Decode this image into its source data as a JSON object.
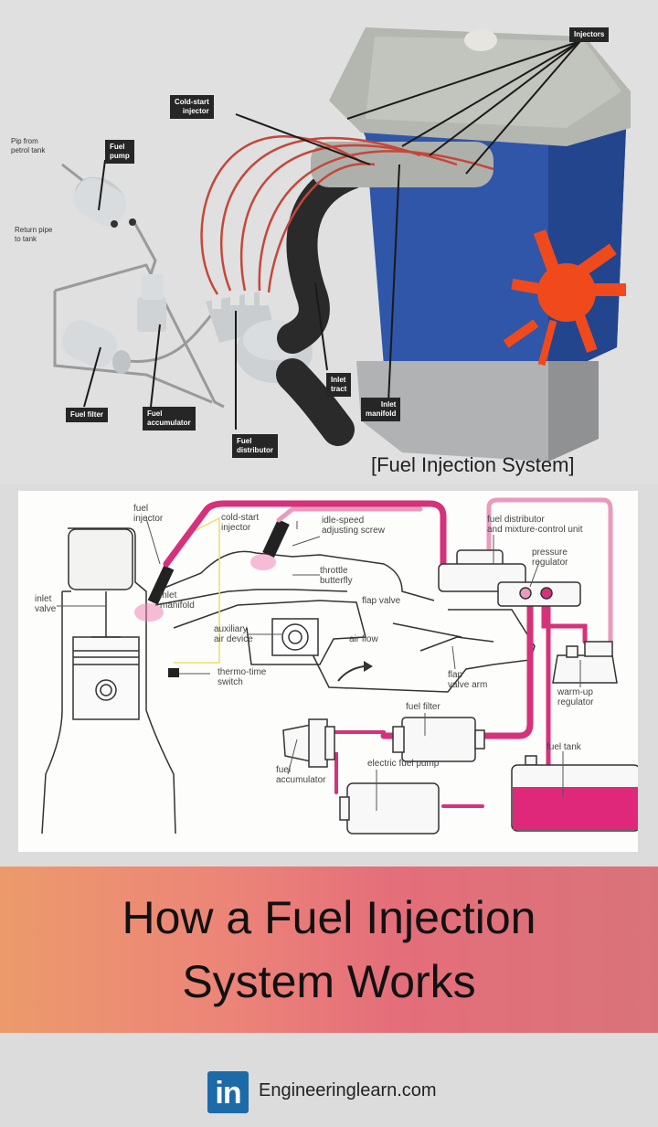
{
  "illustration": {
    "caption": "[Fuel Injection System]",
    "labels": {
      "pipe_from_tank": "Pip from\npetrol tank",
      "return_pipe": "Return pipe\nto tank",
      "fuel_pump": "Fuel\npump",
      "cold_start_injector": "Cold-start\ninjector",
      "injectors": "Injectors",
      "fuel_filter": "Fuel filter",
      "fuel_accumulator": "Fuel\naccumulator",
      "fuel_distributor": "Fuel\ndistributor",
      "inlet_tract": "Inlet\ntract",
      "inlet_manifold": "Inlet\nmanifold"
    },
    "colors": {
      "engine_block": "#2f56a8",
      "fan": "#f04a1c",
      "label_bg": "#262626"
    }
  },
  "schematic": {
    "labels": {
      "fuel_injector": "fuel\ninjector",
      "cold_start_injector": "cold-start\ninjector",
      "idle_speed_screw": "idle-speed\nadjusting screw",
      "throttle_butterfly": "throttle\nbutterfly",
      "inlet_valve": "inlet\nvalve",
      "inlet_manifold": "inlet\nmanifold",
      "auxiliary_air_device": "auxiliary\nair device",
      "flap_valve": "flap valve",
      "air_flow": "air flow",
      "flap_valve_arm": "flap\nvalve arm",
      "thermo_time_switch": "thermo-time\nswitch",
      "fuel_distributor_unit": "fuel distributor\nand mixture-control unit",
      "pressure_regulator": "pressure\nregulator",
      "warm_up_regulator": "warm-up\nregulator",
      "fuel_filter": "fuel filter",
      "fuel_accumulator": "fuel\naccumulator",
      "electric_fuel_pump": "electric fuel pump",
      "fuel_tank": "fuel tank"
    },
    "colors": {
      "fuel_line": "#d6317a",
      "return_line": "#e99bbd",
      "tank_fuel": "#e0287a"
    }
  },
  "banner": {
    "title_line1": "How a Fuel Injection",
    "title_line2": "System Works"
  },
  "footer": {
    "logo_text": "in",
    "site": "Engineeringlearn.com"
  }
}
